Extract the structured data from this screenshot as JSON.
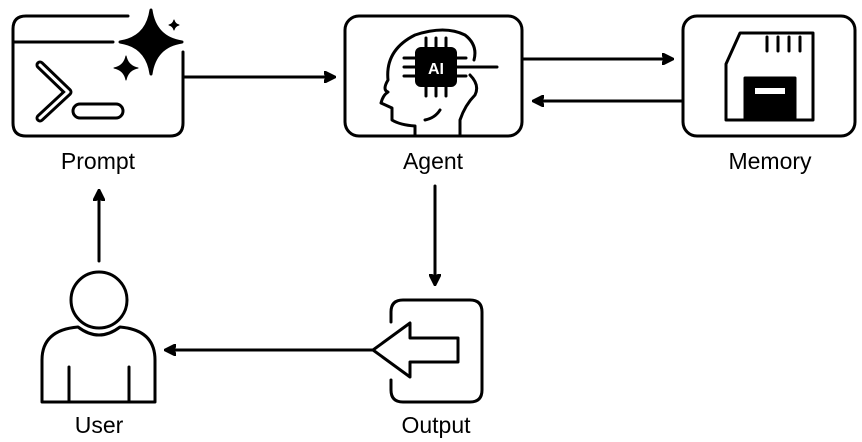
{
  "nodes": {
    "prompt": {
      "label": "Prompt",
      "icon": "terminal-sparkle-icon"
    },
    "agent": {
      "label": "Agent",
      "icon": "ai-head-chip-icon",
      "chip_text": "AI"
    },
    "memory": {
      "label": "Memory",
      "icon": "memory-card-icon"
    },
    "output": {
      "label": "Output",
      "icon": "output-arrow-icon"
    },
    "user": {
      "label": "User",
      "icon": "user-icon"
    }
  },
  "edges": [
    {
      "from": "Prompt",
      "to": "Agent"
    },
    {
      "from": "Agent",
      "to": "Memory"
    },
    {
      "from": "Memory",
      "to": "Agent"
    },
    {
      "from": "Agent",
      "to": "Output"
    },
    {
      "from": "Output",
      "to": "User"
    },
    {
      "from": "User",
      "to": "Prompt"
    }
  ],
  "colors": {
    "stroke": "#000000",
    "background": "#ffffff"
  }
}
